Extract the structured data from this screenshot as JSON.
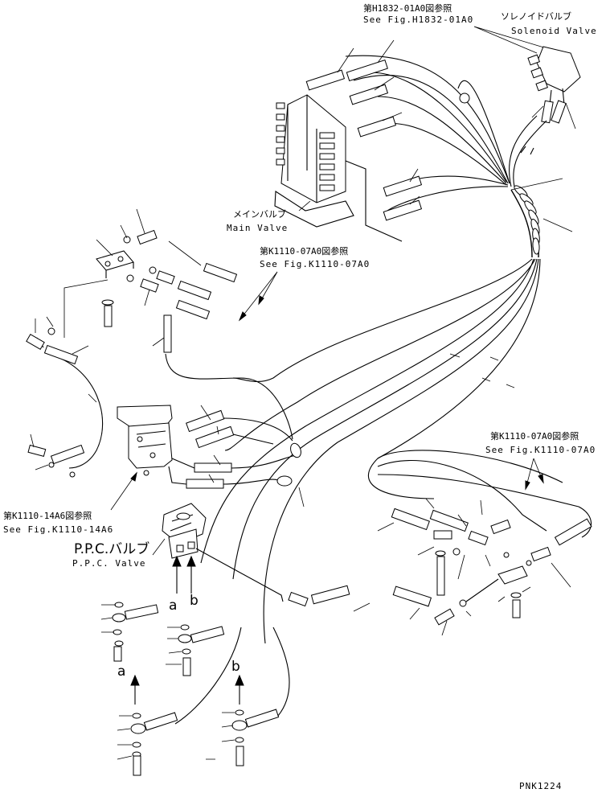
{
  "refs": {
    "h1832_jp": "第H1832-01A0図参照",
    "h1832_en": "See Fig.H1832-01A0",
    "k1110_07_jp_upper": "第K1110-07A0図参照",
    "k1110_07_en_upper": "See Fig.K1110-07A0",
    "k1110_14_jp": "第K1110-14A6図参照",
    "k1110_14_en": "See Fig.K1110-14A6",
    "k1110_07_jp_lower": "第K1110-07A0図参照",
    "k1110_07_en_lower": "See Fig.K1110-07A0"
  },
  "components": {
    "solenoid_jp": "ソレノイドバルブ",
    "solenoid_en": "Solenoid Valve",
    "main_valve_jp": "メインバルブ",
    "main_valve_en": "Main Valve",
    "ppc_jp": "P.P.C.バルブ",
    "ppc_en": "P.P.C. Valve"
  },
  "markers": {
    "a_upper": "a",
    "b_upper": "b",
    "a_lower": "a",
    "b_lower": "b"
  },
  "drawing_code": "PNK1224"
}
